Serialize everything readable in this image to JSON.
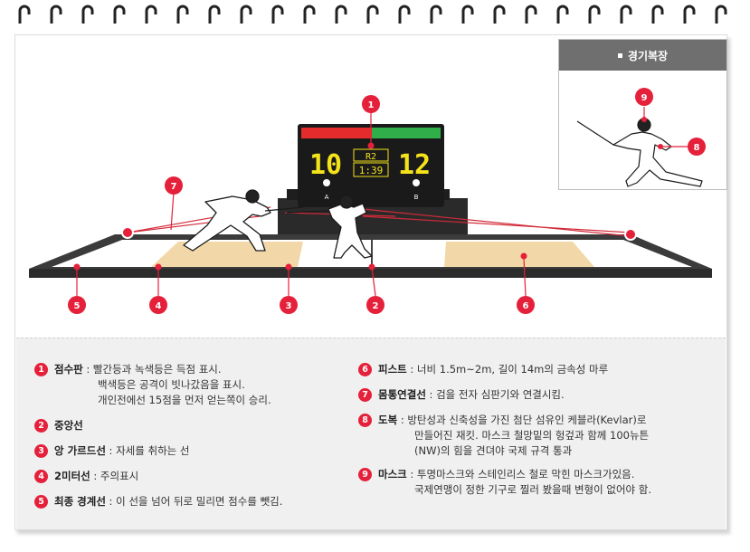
{
  "inset": {
    "title": "경기복장"
  },
  "scoreboard": {
    "left_score": "10",
    "right_score": "12",
    "round": "R2",
    "time": "1:39",
    "left_label": "A",
    "right_label": "B",
    "colors": {
      "left": "#e52b2b",
      "right": "#2fae4a",
      "digits": "#f4e21a",
      "body": "#1a1a1a"
    }
  },
  "markers": [
    "1",
    "2",
    "3",
    "4",
    "5",
    "6",
    "7",
    "8",
    "9"
  ],
  "legend": {
    "left": [
      {
        "num": "1",
        "term": "점수판",
        "lines": [
          " : 빨간등과 녹색등은 득점 표시.",
          "백색등은 공격이 빗나갔음을 표시.",
          "개인전에선 15점을 먼저 얻는쪽이 승리."
        ]
      },
      {
        "num": "2",
        "term": "중앙선",
        "lines": []
      },
      {
        "num": "3",
        "term": "앙 가르드선",
        "lines": [
          " : 자세를 취하는 선"
        ]
      },
      {
        "num": "4",
        "term": "2미터선",
        "lines": [
          " : 주의표시"
        ]
      },
      {
        "num": "5",
        "term": "최종 경계선",
        "lines": [
          " : 이 선을 넘어 뒤로 밀리면 점수를 뺏김."
        ]
      }
    ],
    "right": [
      {
        "num": "6",
        "term": "피스트",
        "lines": [
          " : 너비 1.5m~2m, 길이 14m의 금속성 마루"
        ]
      },
      {
        "num": "7",
        "term": "몸통연결선",
        "lines": [
          " : 검을 전자 심판기와 연결시킴."
        ]
      },
      {
        "num": "8",
        "term": "도복",
        "lines": [
          " : 방탄성과 신축성을 가진 첨단 섬유인 케블라(Kevlar)로",
          "만들어진 재킷. 마스크 철망밑의 헝겊과 함께 100뉴튼",
          "(NW)의 힘을 견뎌야 국제 규격 통과"
        ]
      },
      {
        "num": "9",
        "term": "마스크",
        "lines": [
          " : 투명마스크와 스테인리스 철로 막힌 마스크가있음.",
          "국제연맹이 정한 기구로 찔러 봤을때 변형이 없어야 함."
        ]
      }
    ]
  },
  "colors": {
    "accent": "#e5203a",
    "piste": "#444444",
    "piste_highlight": "#f2d7a8"
  }
}
